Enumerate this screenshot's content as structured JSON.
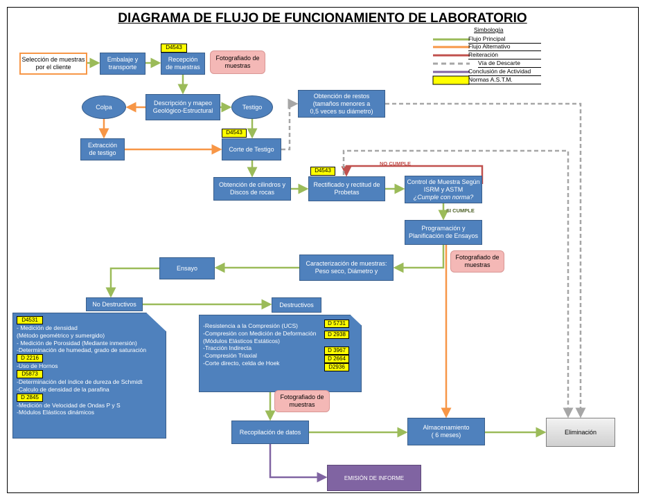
{
  "title": "DIAGRAMA DE FLUJO DE FUNCIONAMIENTO DE LABORATORIO",
  "legend": {
    "title": "Simbología",
    "items": [
      {
        "label": "Flujo Principal",
        "color": "#9bbb59"
      },
      {
        "label": "Flujo Alternativo",
        "color": "#f79646"
      },
      {
        "label": "Reiteración",
        "color": "#c0504d"
      },
      {
        "label": "Vía de Descarte",
        "color": "#a6a6a6"
      },
      {
        "label": "Conclusión de Actividad",
        "color": "#8064a2"
      },
      {
        "label": "Normas A.S.T.M.",
        "color": "#ffff00"
      }
    ]
  },
  "nodes": {
    "seleccion": "Selección de muestras\npor el cliente",
    "embalaje": "Embalaje y\ntransporte",
    "recepcion": "Recepción\nde muestras",
    "foto1": "Fotografiado de\nmuestras",
    "descripcion": "Descripción y mapeo\nGeológico-Estructural",
    "colpa": "Colpa",
    "testigo": "Testigo",
    "restos": "Obtención de restos\n(tamaños menores a\n0,5 veces su diámetro)",
    "extraccion": "Extracción\nde testigo",
    "corte": "Corte de Testigo",
    "cilindros": "Obtención de cilindros y\nDiscos de rocas",
    "rectificado": "Rectificado y rectitud de\nProbetas",
    "control": "Control de Muestra Según\nISRM y ASTM",
    "control_q": "¿Cumple con norma?",
    "programacion": "Programación y\nPlanificación de Ensayos",
    "foto2": "Fotografiado de\nmuestras",
    "caracterizacion": "Caracterización de muestras:\nPeso seco, Diámetro y",
    "ensayo": "Ensayo",
    "no_destructivos": "No Destructivos",
    "destructivos": "Destructivos",
    "foto3": "Fotografiado de\nmuestras",
    "recopilacion": "Recopilación de datos",
    "almacenamiento": "Almacenamiento\n( 6 meses)",
    "eliminacion": "Eliminación",
    "emision": "EMISIÓN DE INFORME"
  },
  "labels": {
    "no_cumple": "NO CUMPLE",
    "si_cumple": "SI CUMPLE"
  },
  "norms": {
    "recepcion": "D4543",
    "corte": "D4543",
    "rectificado": "D4543"
  },
  "no_destructivos_list": [
    {
      "norm": "D4531",
      "lines": "- Medición de densidad\n(Método geométrico y sumergido)\n- Medición de Porosidad (Mediante inmersión)\n-Determinación de humedad, grado de saturación"
    },
    {
      "norm": "D 2216",
      "lines": "-Uso de Hornos"
    },
    {
      "norm": "D5873",
      "lines": "-Determinación  del índice de dureza de Schmidt\n-Calculo de densidad de la parafina"
    },
    {
      "norm": "D 2845",
      "lines": "-Medición de Velocidad de Ondas P y S\n-Módulos Elásticos dinámicos"
    }
  ],
  "destructivos_list": {
    "text": "-Resistencia a la Compresión (UCS)\n-Compresión con Medición de Deformación\n(Módulos Elásticos  Estáticos)\n-Tracción Indirecta\n-Compresión Triaxial\n-Corte directo, celda de Hoek",
    "norms": [
      "D 5731",
      "D 2938",
      "D 3967",
      "D 2664",
      "D2936"
    ]
  }
}
